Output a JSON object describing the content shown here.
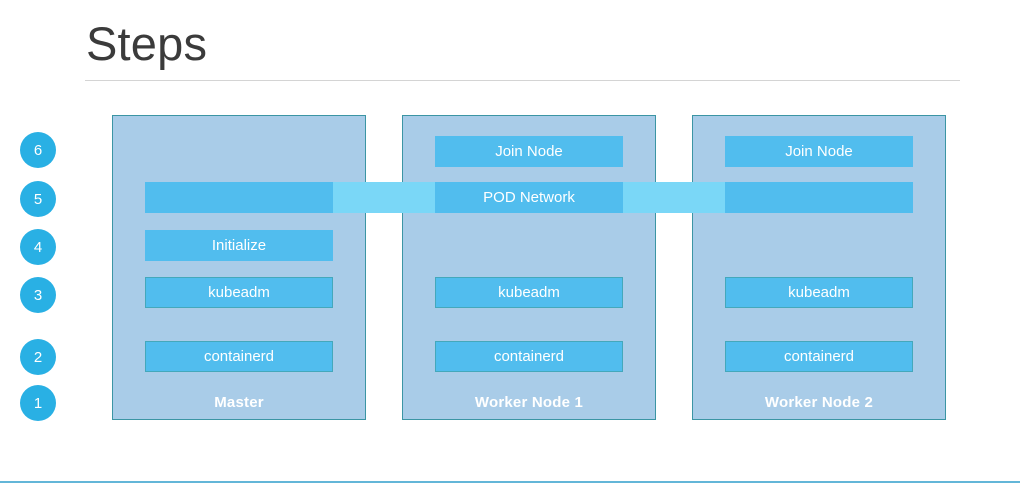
{
  "slide": {
    "title": "Steps",
    "accent_color": "#29b0e4",
    "bar_color": "#51bdee",
    "panel_color": "#a9cce8",
    "panel_border_color": "#3b95a4",
    "connector_color": "#7ad7f7",
    "title_color": "#3b3b3b",
    "rule_color": "#d4d4d4",
    "bottom_rule_color": "#63b6d8"
  },
  "steps": [
    {
      "number": "6"
    },
    {
      "number": "5"
    },
    {
      "number": "4"
    },
    {
      "number": "3"
    },
    {
      "number": "2"
    },
    {
      "number": "1"
    }
  ],
  "pod_network": {
    "label": "POD Network"
  },
  "nodes": [
    {
      "id": "master",
      "label": "Master",
      "bars": {
        "join": "",
        "initialize": "Initialize",
        "kubeadm": "kubeadm",
        "containerd": "containerd"
      }
    },
    {
      "id": "worker1",
      "label": "Worker Node 1",
      "bars": {
        "join": "Join Node",
        "initialize": "",
        "kubeadm": "kubeadm",
        "containerd": "containerd"
      }
    },
    {
      "id": "worker2",
      "label": "Worker Node 2",
      "bars": {
        "join": "Join Node",
        "initialize": "",
        "kubeadm": "kubeadm",
        "containerd": "containerd"
      }
    }
  ]
}
